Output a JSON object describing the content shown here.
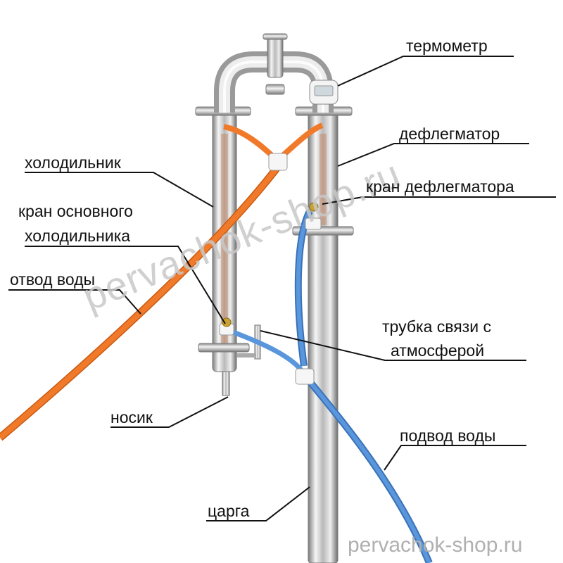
{
  "labels": {
    "thermometer": "термометр",
    "dephlegmator": "дефлегматор",
    "dephlegmator_valve": "кран дефлегматора",
    "condenser": "холодильник",
    "main_condenser_valve_line1": "кран основного",
    "main_condenser_valve_line2": "холодильника",
    "water_outlet": "отвод воды",
    "atmosphere_tube_line1": "трубка связи с",
    "atmosphere_tube_line2": "атмосферой",
    "spout": "носик",
    "water_inlet": "подвод воды",
    "tsarga": "царга"
  },
  "watermarks": {
    "diagonal": "pervachok-shop.ru",
    "bottom": "pervachok-shop.ru"
  },
  "colors": {
    "steel_light": "#f2f2f2",
    "steel_dark": "#8a8a8a",
    "orange_hose": "#f07a2a",
    "blue_hose": "#4a86d0",
    "leader_line": "#111111",
    "watermark": "#c8c8c8"
  }
}
